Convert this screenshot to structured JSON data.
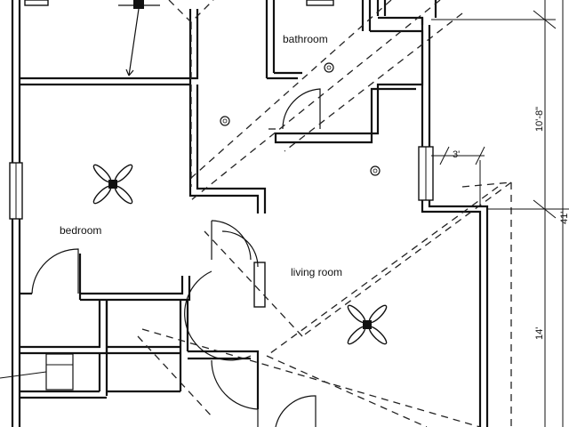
{
  "rooms": {
    "bathroom": "bathroom",
    "bedroom": "bedroom",
    "living_room": "living room"
  },
  "dimensions": {
    "d1": "10'-8\"",
    "d2": "3'",
    "d3": "41'",
    "d4": "14'"
  },
  "icons": [
    "ceiling-fan-icon",
    "ceiling-light-icon",
    "window-icon",
    "door-swing-icon"
  ]
}
